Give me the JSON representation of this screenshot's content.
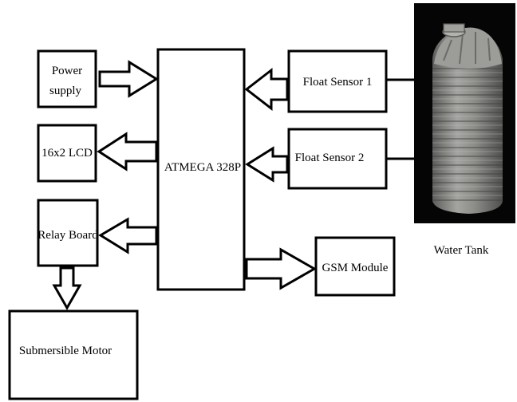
{
  "blocks": {
    "power_supply": [
      "Power",
      "supply"
    ],
    "lcd": "16x2 LCD",
    "relay": "Relay Board",
    "motor": "Submersible Motor",
    "mcu": "ATMEGA 328P",
    "float1": "Float Sensor 1",
    "float2": "Float Sensor 2",
    "gsm": "GSM Module"
  },
  "tank_caption": "Water Tank",
  "colors": {
    "line": "#000000",
    "background": "#ffffff",
    "tank_backdrop": "#050505",
    "tank_body": "#8a8a88"
  }
}
